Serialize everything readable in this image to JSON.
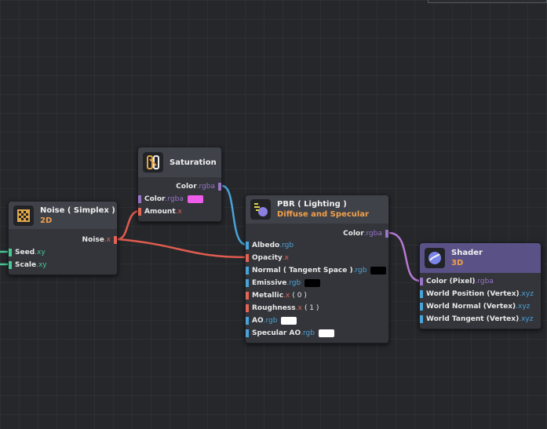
{
  "colors": {
    "background": "#25272b",
    "accent_orange": "#f0a04c",
    "type_xy": "#47c794",
    "type_x": "#e46456",
    "type_rgba": "#9a74c7",
    "type_rgb": "#4aa3d8",
    "type_xyz": "#4aa3d8",
    "swatch_pink": "#ee5de9",
    "swatch_black": "#000000",
    "swatch_white": "#ffffff",
    "wire_orange": "#e05c4f",
    "wire_purple": "#b67ad4",
    "wire_blue": "#4aa3d8",
    "shader_header": "#5a5286"
  },
  "nodes": {
    "noise": {
      "title": "Noise ( Simplex )",
      "subtitle": "2D",
      "icon": "noise-pattern-icon",
      "output": {
        "name": "Noise",
        "type": ".x"
      },
      "inputs": [
        {
          "name": "Seed",
          "type": ".xy"
        },
        {
          "name": "Scale",
          "type": ".xy"
        }
      ]
    },
    "saturation": {
      "title": "Saturation",
      "icon": "saturation-icon",
      "output": {
        "name": "Color",
        "type": ".rgba"
      },
      "inputs": [
        {
          "name": "Color",
          "type": ".rgba"
        },
        {
          "name": "Amount",
          "type": ".x"
        }
      ]
    },
    "pbr": {
      "title": "PBR ( Lighting )",
      "subtitle": "Diffuse and Specular",
      "icon": "lighting-icon",
      "output": {
        "name": "Color",
        "type": ".rgba"
      },
      "inputs": [
        {
          "name": "Albedo",
          "type": ".rgb"
        },
        {
          "name": "Opacity",
          "type": ".x"
        },
        {
          "name": "Normal ( Tangent Space )",
          "type": ".rgb"
        },
        {
          "name": "Emissive",
          "type": ".rgb"
        },
        {
          "name": "Metallic",
          "type": ".x",
          "value": "( 0 )"
        },
        {
          "name": "Roughness",
          "type": ".x",
          "value": "( 1 )"
        },
        {
          "name": "AO",
          "type": ".rgb"
        },
        {
          "name": "Specular AO",
          "type": ".rgb"
        }
      ]
    },
    "shader": {
      "title": "Shader",
      "subtitle": "3D",
      "icon": "shader-icon",
      "inputs": [
        {
          "name": "Color (Pixel)",
          "type": ".rgba"
        },
        {
          "name": "World Position (Vertex)",
          "type": ".xyz"
        },
        {
          "name": "World Normal (Vertex)",
          "type": ".xyz"
        },
        {
          "name": "World Tangent (Vertex)",
          "type": ".xyz"
        }
      ]
    }
  }
}
